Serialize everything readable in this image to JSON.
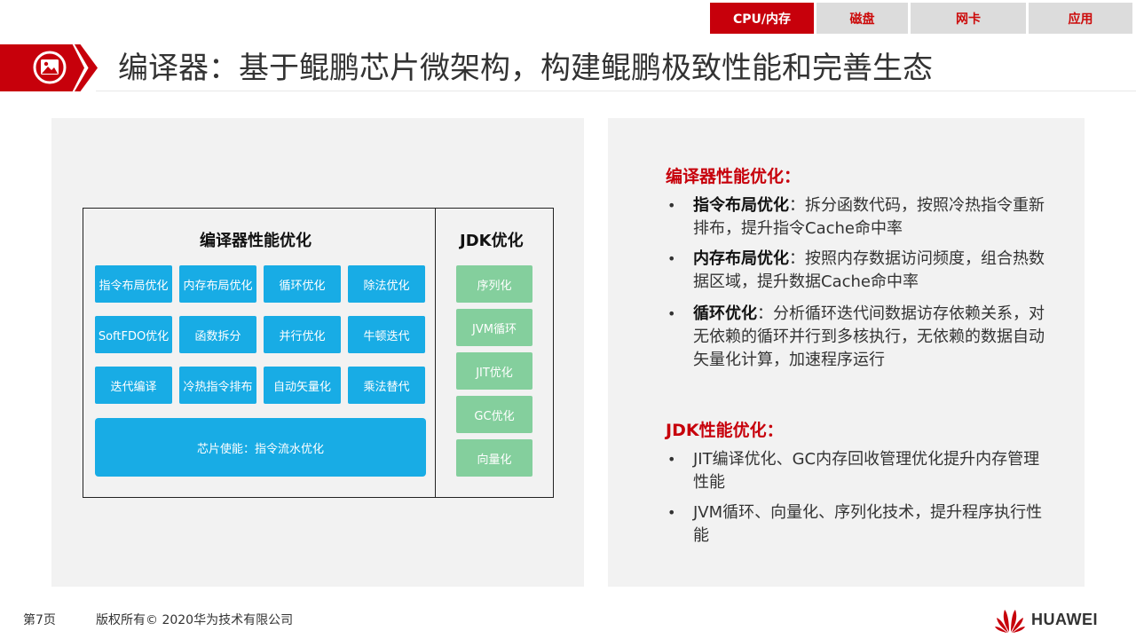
{
  "tabs": [
    {
      "label": "CPU/内存",
      "active": true
    },
    {
      "label": "磁盘",
      "active": false
    },
    {
      "label": "网卡",
      "active": false
    },
    {
      "label": "应用",
      "active": false
    }
  ],
  "title": "编译器：基于鲲鹏芯片微架构，构建鲲鹏极致性能和完善生态",
  "diagram": {
    "compiler_title": "编译器性能优化",
    "jdk_title": "JDK优化",
    "compiler_items": [
      "指令布局优化",
      "内存布局优化",
      "循环优化",
      "除法优化",
      "SoftFDO优化",
      "函数拆分",
      "并行优化",
      "牛顿迭代",
      "迭代编译",
      "冷热指令排布",
      "自动矢量化",
      "乘法替代"
    ],
    "wide_item": "芯片使能：指令流水优化",
    "jdk_items": [
      "序列化",
      "JVM循环",
      "JIT优化",
      "GC优化",
      "向量化"
    ]
  },
  "compiler_section": {
    "heading": "编译器性能优化：",
    "bullets": [
      {
        "bold": "指令布局优化",
        "text": "：拆分函数代码，按照冷热指令重新排布，提升指令Cache命中率"
      },
      {
        "bold": "内存布局优化",
        "text": "：按照内存数据访问频度，组合热数据区域，提升数据Cache命中率"
      },
      {
        "bold": "循环优化",
        "text": "：分析循环迭代间数据访存依赖关系，对无依赖的循环并行到多核执行，无依赖的数据自动矢量化计算，加速程序运行"
      }
    ]
  },
  "jdk_section": {
    "heading": "JDK性能优化：",
    "bullets": [
      {
        "text": "JIT编译优化、GC内存回收管理优化提升内存管理性能"
      },
      {
        "text": "JVM循环、向量化、序列化技术，提升程序执行性能"
      }
    ]
  },
  "footer": {
    "page": "第7页",
    "copyright": "版权所有© 2020华为技术有限公司",
    "brand": "HUAWEI"
  },
  "colors": {
    "brand_red": "#c7000b",
    "box_blue": "#18ace5",
    "box_green": "#84cf9d",
    "panel_gray": "#f2f2f2"
  },
  "icons": [
    "image-icon",
    "huawei-logo-icon"
  ]
}
